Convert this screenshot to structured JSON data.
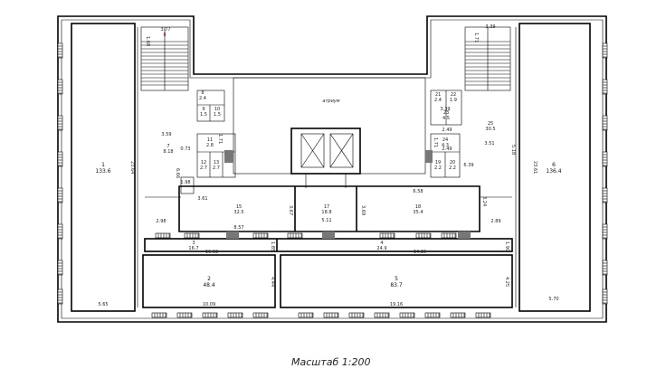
{
  "scale_label": "Масштаб 1:200",
  "atrium_label": "атриум",
  "marker_red": "II",
  "rooms": [
    {
      "id": "r1",
      "num": "1",
      "area": "133.6"
    },
    {
      "id": "r2",
      "num": "2",
      "area": "48.4"
    },
    {
      "id": "r3",
      "num": "3",
      "area": "16.7"
    },
    {
      "id": "r4",
      "num": "4",
      "area": "24.9"
    },
    {
      "id": "r5",
      "num": "5",
      "area": "83.7"
    },
    {
      "id": "r6",
      "num": "6",
      "area": "136.4"
    },
    {
      "id": "r7",
      "num": "7",
      "area": "8.18"
    },
    {
      "id": "r15",
      "num": "15",
      "area": "32.5"
    },
    {
      "id": "r17",
      "num": "17",
      "area": "18.8"
    },
    {
      "id": "r18",
      "num": "18",
      "area": "35.4"
    },
    {
      "id": "r25",
      "num": "25",
      "area": "30.5"
    },
    {
      "id": "rs1",
      "num": "8",
      "area": "2.4"
    },
    {
      "id": "rs2",
      "num": "9",
      "area": "1.5"
    },
    {
      "id": "rs3",
      "num": "10",
      "area": "1.5"
    },
    {
      "id": "rs4",
      "num": "11",
      "area": "2.8"
    },
    {
      "id": "rs5",
      "num": "12",
      "area": "2.7"
    },
    {
      "id": "rs6",
      "num": "13",
      "area": "2.7"
    },
    {
      "id": "rs7",
      "num": "21",
      "area": "2.4"
    },
    {
      "id": "rs8",
      "num": "22",
      "area": "1.9"
    },
    {
      "id": "rs9",
      "num": "23",
      "area": "4.5"
    },
    {
      "id": "rs10",
      "num": "24",
      "area": "4.3"
    },
    {
      "id": "rs11",
      "num": "19",
      "area": "2.2"
    },
    {
      "id": "rs12",
      "num": "20",
      "area": "2.2"
    }
  ],
  "dims": [
    {
      "id": "d1",
      "text": "3.77"
    },
    {
      "id": "d2",
      "text": "1.68"
    },
    {
      "id": "d3",
      "text": "3.39"
    },
    {
      "id": "d4",
      "text": "1.71"
    },
    {
      "id": "d5",
      "text": "23.64"
    },
    {
      "id": "d6",
      "text": "23.61"
    },
    {
      "id": "d7",
      "text": "5.65"
    },
    {
      "id": "d8",
      "text": "5.70"
    },
    {
      "id": "d9",
      "text": "3.59"
    },
    {
      "id": "d10",
      "text": "3.51"
    },
    {
      "id": "d11",
      "text": "2.98"
    },
    {
      "id": "d12",
      "text": "2.89"
    },
    {
      "id": "d13",
      "text": "3.61"
    },
    {
      "id": "d14",
      "text": "6.58"
    },
    {
      "id": "d15",
      "text": "8.57"
    },
    {
      "id": "d16",
      "text": "5.11"
    },
    {
      "id": "d17",
      "text": "3.67"
    },
    {
      "id": "d18",
      "text": "3.69"
    },
    {
      "id": "d19",
      "text": "3.24"
    },
    {
      "id": "d20",
      "text": "16.92"
    },
    {
      "id": "d21",
      "text": "14.15"
    },
    {
      "id": "d22",
      "text": "1.85"
    },
    {
      "id": "d23",
      "text": "1.90"
    },
    {
      "id": "d24",
      "text": "10.09"
    },
    {
      "id": "d25",
      "text": "19.16"
    },
    {
      "id": "d26",
      "text": "4.44"
    },
    {
      "id": "d27",
      "text": "4.25"
    },
    {
      "id": "d28",
      "text": "5.18"
    },
    {
      "id": "d29",
      "text": "6.39"
    },
    {
      "id": "d30",
      "text": "0.73"
    },
    {
      "id": "d31",
      "text": "1.71"
    },
    {
      "id": "d32",
      "text": "2.49"
    },
    {
      "id": "d33",
      "text": "1.71"
    },
    {
      "id": "d34",
      "text": "6.66"
    },
    {
      "id": "d35",
      "text": "1.98"
    },
    {
      "id": "d36",
      "text": "3.39"
    },
    {
      "id": "d37",
      "text": "2.49"
    }
  ]
}
